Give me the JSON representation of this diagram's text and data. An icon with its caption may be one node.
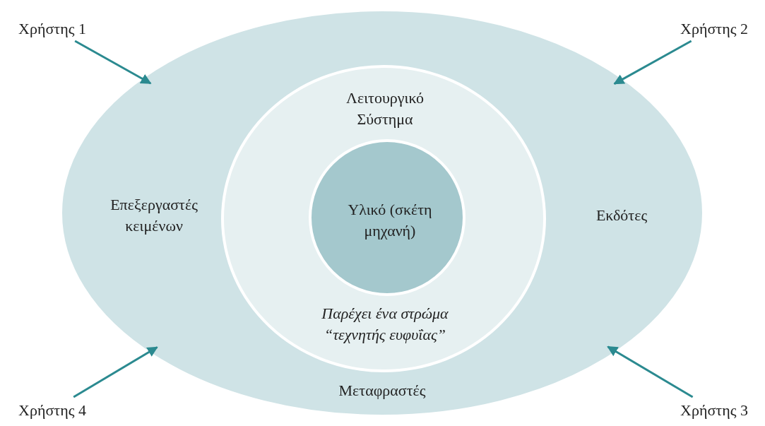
{
  "diagram": {
    "nodes": [
      {
        "text": [
          "Χρήστης 1"
        ]
      },
      {
        "text": [
          "Χρήστης 2"
        ]
      },
      {
        "text": [
          "Επεξεργαστές κειμένων",
          "Εκδότες",
          "Μεταφραστές"
        ]
      },
      {
        "text": [
          "Λειτουργικό Σύστημα",
          "Παρέχει ένα στρώμα “τεχνητής ευφυΐας”"
        ],
        "in": 2
      },
      {
        "text": [
          "Υλικό (σκέτη μηχανή)"
        ],
        "in": 3
      },
      {
        "text": [
          "Χρήστης 4"
        ]
      },
      {
        "text": [
          "Χρήστης 3"
        ]
      }
    ],
    "edges": [
      {
        "from": 0,
        "to": 2,
        "arrow": "to"
      },
      {
        "from": 1,
        "to": 2,
        "arrow": "to"
      },
      {
        "from": 6,
        "to": 2,
        "arrow": "to"
      },
      {
        "from": 5,
        "to": 2,
        "arrow": "to"
      }
    ]
  }
}
